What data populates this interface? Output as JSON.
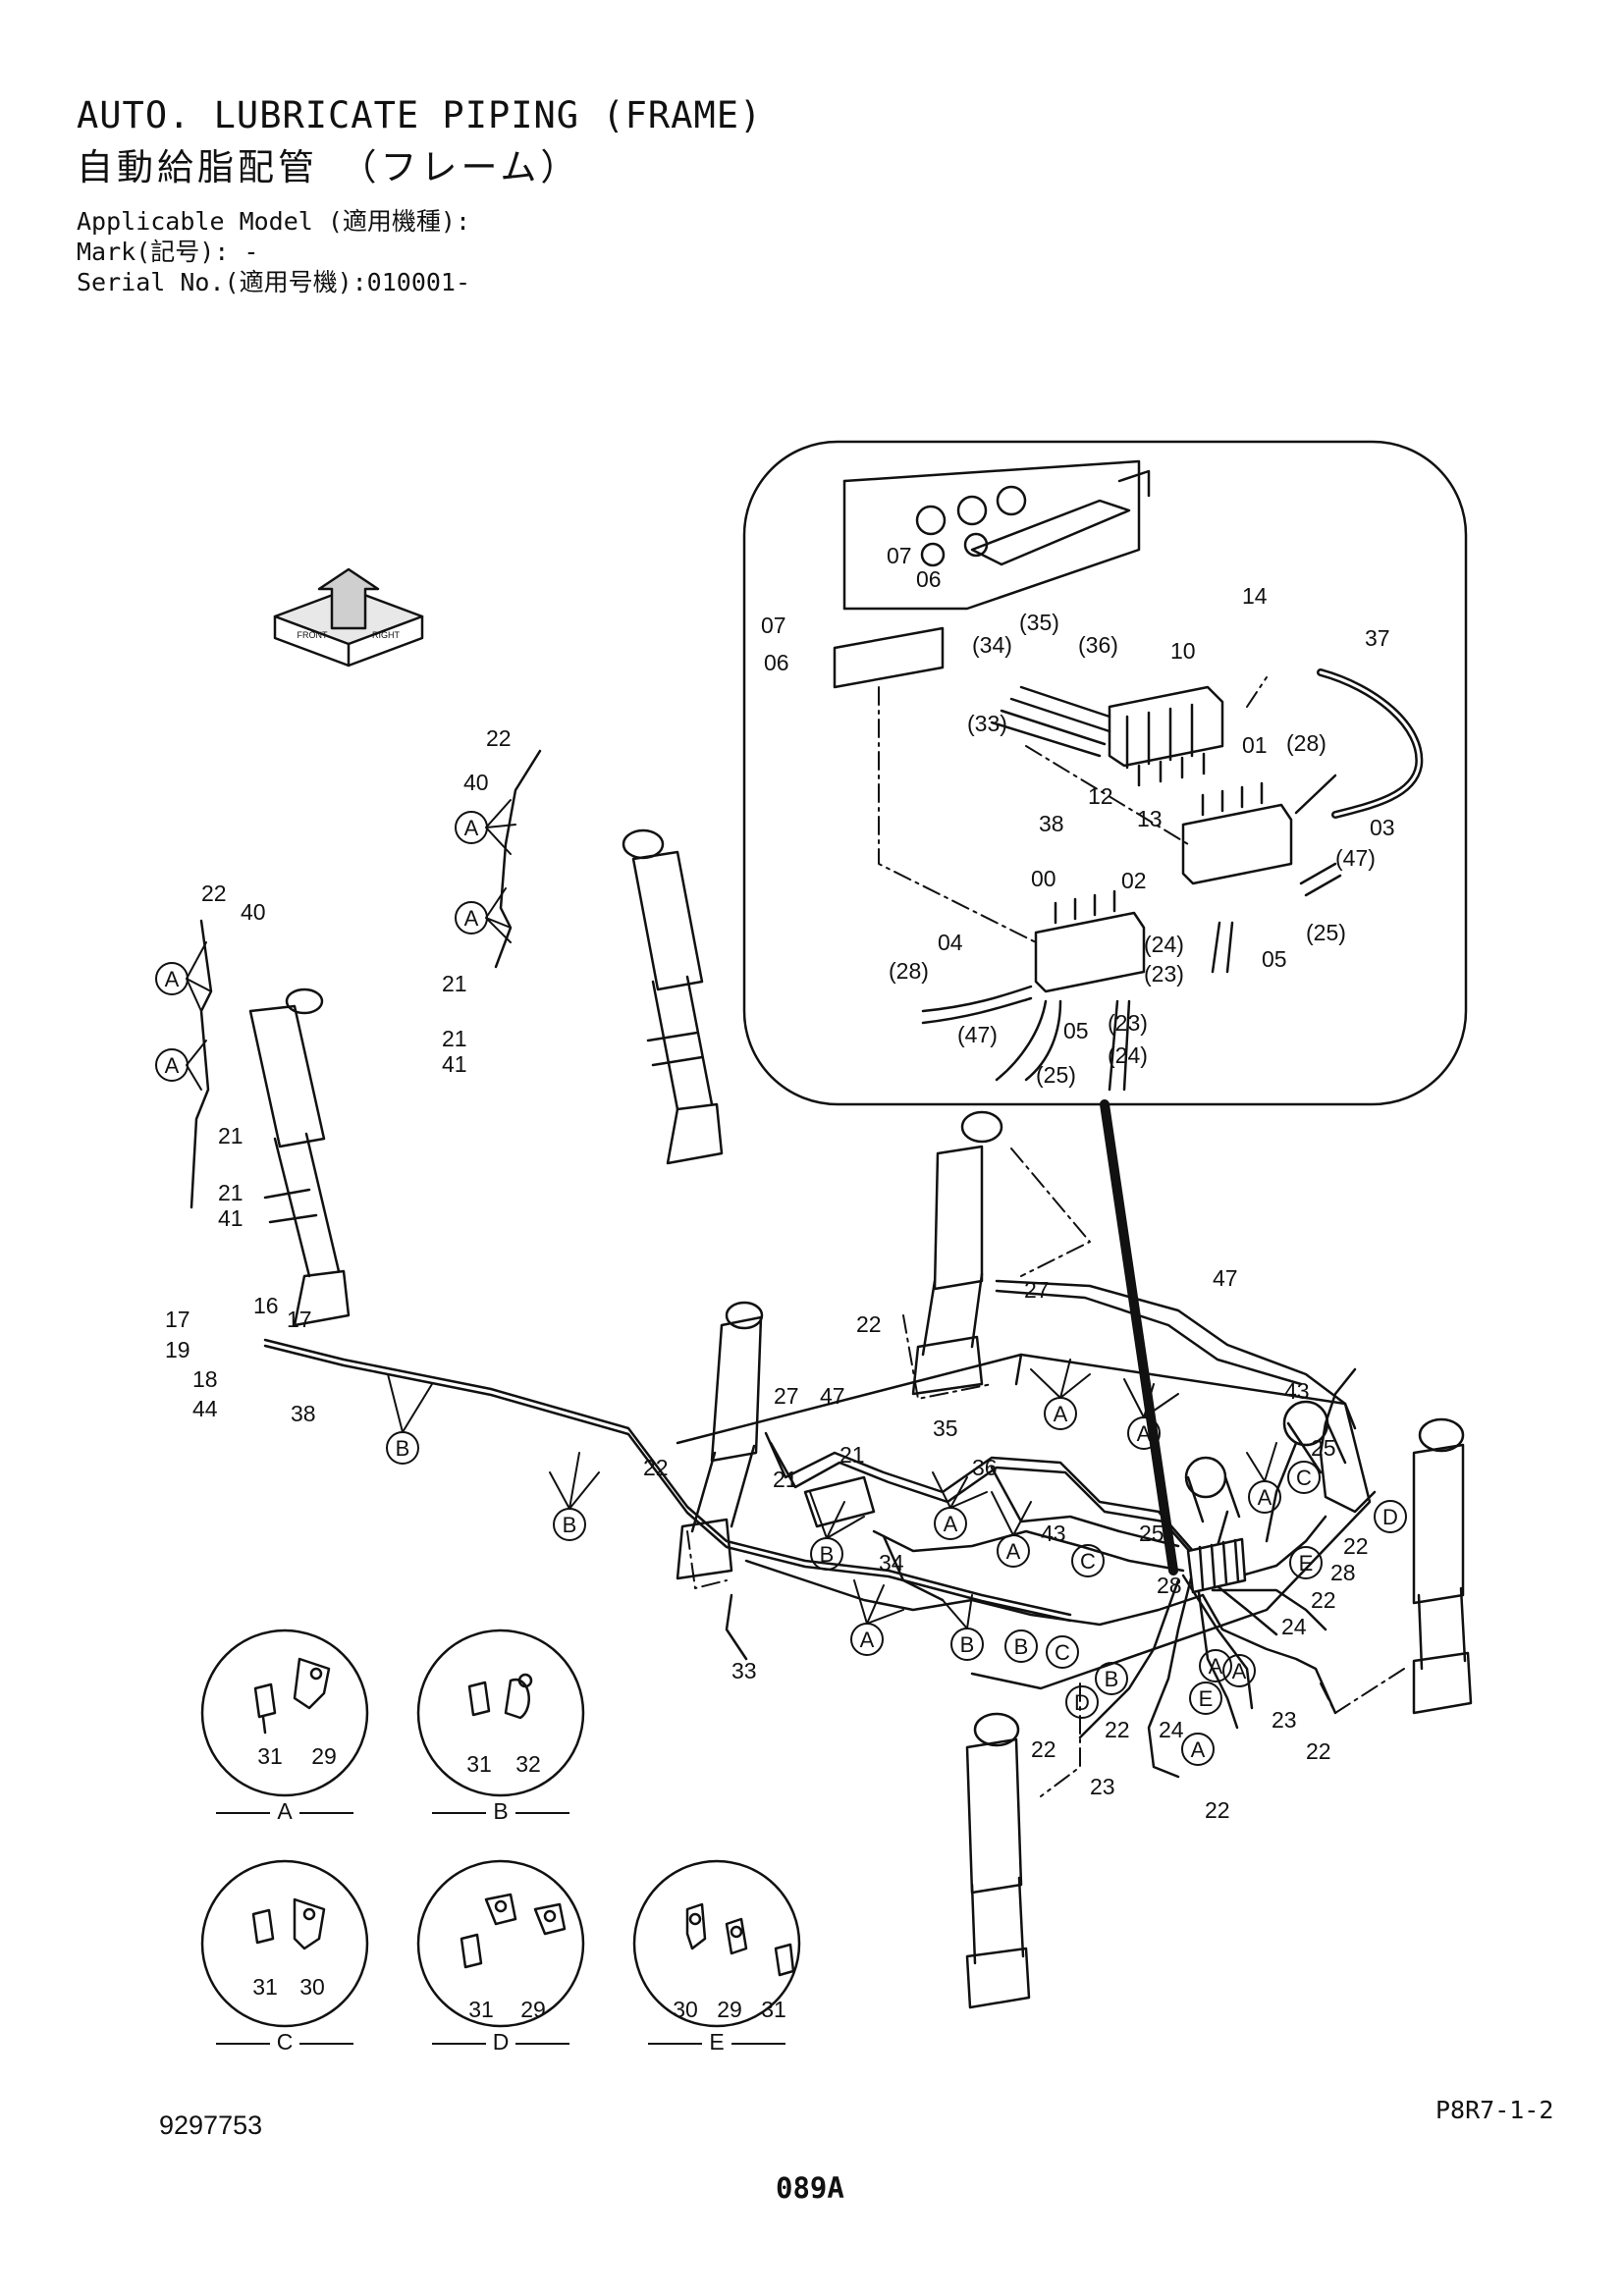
{
  "header": {
    "title_en": "AUTO. LUBRICATE PIPING (FRAME)",
    "title_jp": "自動給脂配管　（フレーム）",
    "applicable_model": "Applicable Model (適用機種):",
    "mark": "Mark(記号): -",
    "serial": "Serial No.(適用号機):010001-"
  },
  "footer": {
    "drawing_number": "9297753",
    "page_code": "P8R7-1-2",
    "page_number": "089A"
  },
  "direction_icon": {
    "left_label": "FRONT",
    "right_label": "RIGHT"
  },
  "callouts": {
    "c00": "00",
    "c01": "01",
    "c02": "02",
    "c03": "03",
    "c04": "04",
    "c05": "05",
    "c06": "06",
    "c07": "07",
    "c10": "10",
    "c12": "12",
    "c13": "13",
    "c14": "14",
    "c16": "16",
    "c17": "17",
    "c18": "18",
    "c19": "19",
    "c21": "21",
    "c22": "22",
    "c23": "23",
    "c24": "24",
    "c25": "25",
    "c27": "27",
    "c28": "28",
    "c33": "33",
    "c34": "34",
    "c35": "35",
    "c36": "36",
    "c37": "37",
    "c38": "38",
    "c40": "40",
    "c41": "41",
    "c43": "43",
    "c44": "44",
    "c47": "47",
    "p23": "(23)",
    "p24": "(24)",
    "p25": "(25)",
    "p28": "(28)",
    "p33": "(33)",
    "p34": "(34)",
    "p35": "(35)",
    "p36": "(36)",
    "p47": "(47)"
  },
  "detail_views": [
    {
      "letter": "A",
      "part_labels": [
        "31",
        "29"
      ]
    },
    {
      "letter": "B",
      "part_labels": [
        "31",
        "32"
      ]
    },
    {
      "letter": "C",
      "part_labels": [
        "31",
        "30"
      ]
    },
    {
      "letter": "D",
      "part_labels": [
        "31",
        "29"
      ]
    },
    {
      "letter": "E",
      "part_labels": [
        "30",
        "29",
        "31"
      ]
    }
  ]
}
